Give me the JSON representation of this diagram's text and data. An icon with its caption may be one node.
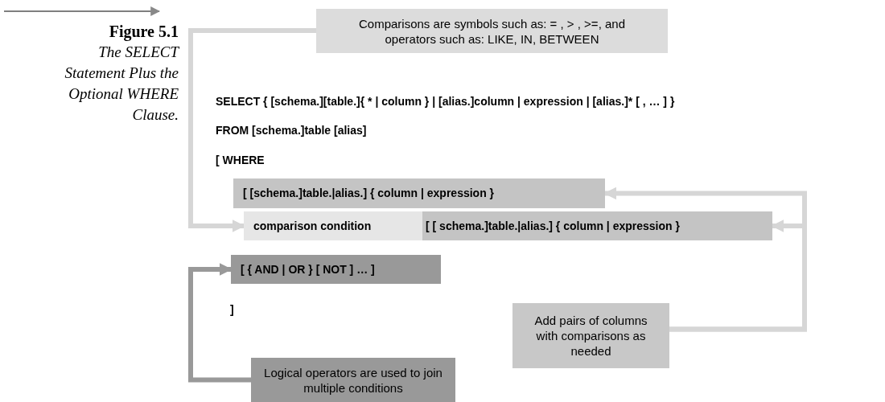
{
  "diagram": {
    "title": "Figure 5.1",
    "caption": "The SELECT Statement Plus the Optional WHERE Clause.",
    "nodes": [
      {
        "text": [
          "Comparisons are symbols such as:  = , > , >=, and operators such as: LIKE, IN, BETWEEN"
        ]
      },
      {
        "text": [
          "[ [schema.]table.|alias.] { column | expression }"
        ]
      },
      {
        "text": [
          "comparison condition"
        ]
      },
      {
        "text": [
          "[ [ schema.]table.|alias.] { column | expression }"
        ]
      },
      {
        "text": [
          "[ { AND | OR } [ NOT ] … ]"
        ]
      },
      {
        "text": [
          "Add pairs of columns with comparisons as needed"
        ]
      },
      {
        "text": [
          "Logical operators are used to join multiple conditions"
        ]
      }
    ],
    "edges": [
      {
        "from": 0,
        "to": 2,
        "arrow": "to"
      },
      {
        "from": 5,
        "to": 1,
        "arrow": "to"
      },
      {
        "from": 5,
        "to": 3,
        "arrow": "to"
      },
      {
        "from": 6,
        "to": 4,
        "arrow": "to",
        "color": "#999999"
      }
    ],
    "labels": [
      "SELECT { [schema.][table.]{ * | column } | [alias.]column | expression | [alias.]* [ , … ] }",
      "FROM [schema.]table [alias]",
      "[ WHERE",
      "]"
    ]
  }
}
